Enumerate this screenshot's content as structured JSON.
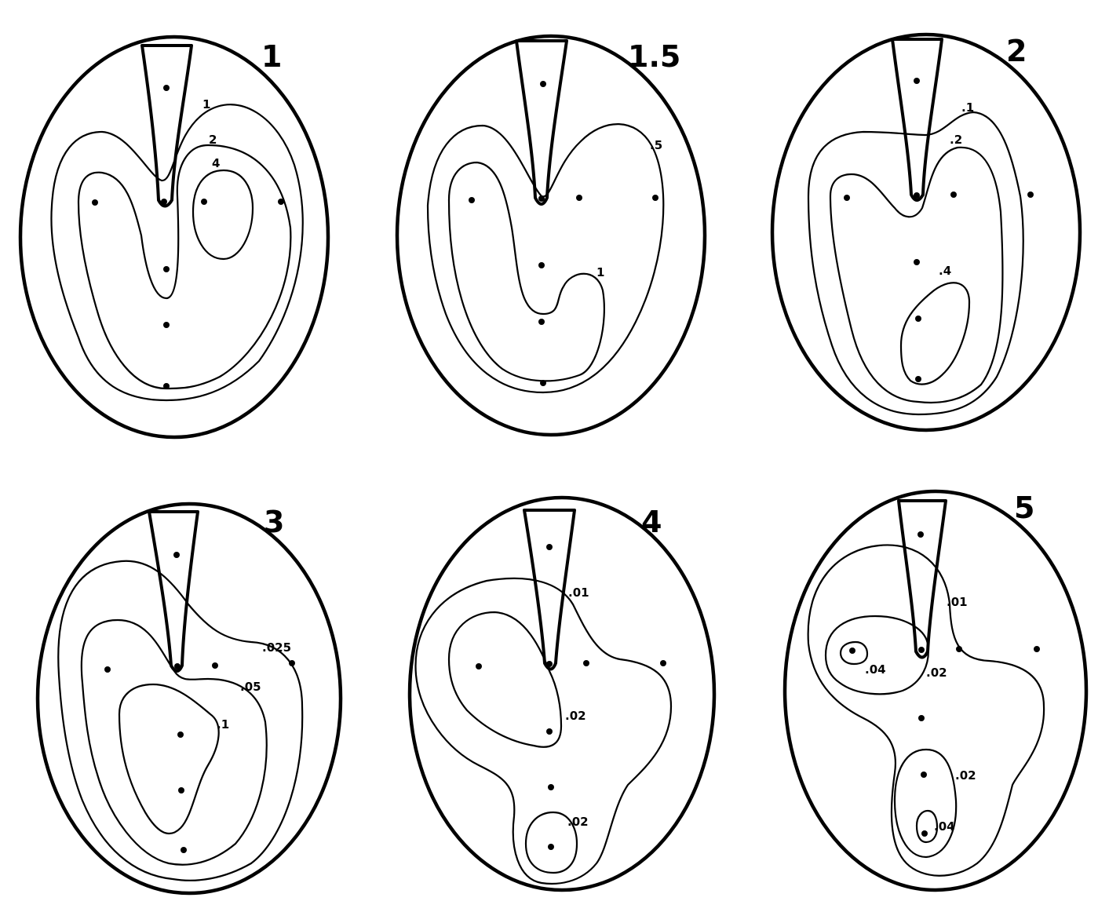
{
  "panels": [
    {
      "title": "1",
      "labels": {
        "c1": "1",
        "c2": "2",
        "c3": "4"
      }
    },
    {
      "title": "1.5",
      "labels": {
        "c1": ".5",
        "c2": "1"
      }
    },
    {
      "title": "2",
      "labels": {
        "c1": ".1",
        "c2": ".2",
        "c3": ".4"
      }
    },
    {
      "title": "3",
      "labels": {
        "c1": ".025",
        "c2": ".05",
        "c3": ".1"
      }
    },
    {
      "title": "4",
      "labels": {
        "c1": ".01",
        "c2": ".02",
        "c3": ".02"
      }
    },
    {
      "title": "5",
      "labels": {
        "c1": ".01",
        "c2": ".04",
        "c3": ".02",
        "c4": ".02",
        "c5": ".04"
      }
    }
  ]
}
